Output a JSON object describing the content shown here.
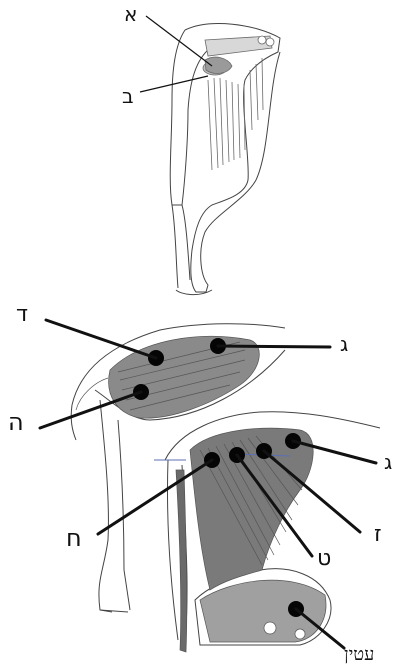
{
  "labels": {
    "a": "א",
    "b": "ב",
    "d": "ד",
    "g_upper": "ג",
    "h": "ה",
    "g_lower": "ג",
    "het": "ח",
    "z": "ז",
    "t": "ט",
    "heel": "עטין"
  },
  "colors": {
    "ink": "#111111",
    "sketch": "#444444",
    "muscle": "#6a6a6a",
    "marker": "#050505",
    "blue_accent": "#5a6fb5"
  }
}
